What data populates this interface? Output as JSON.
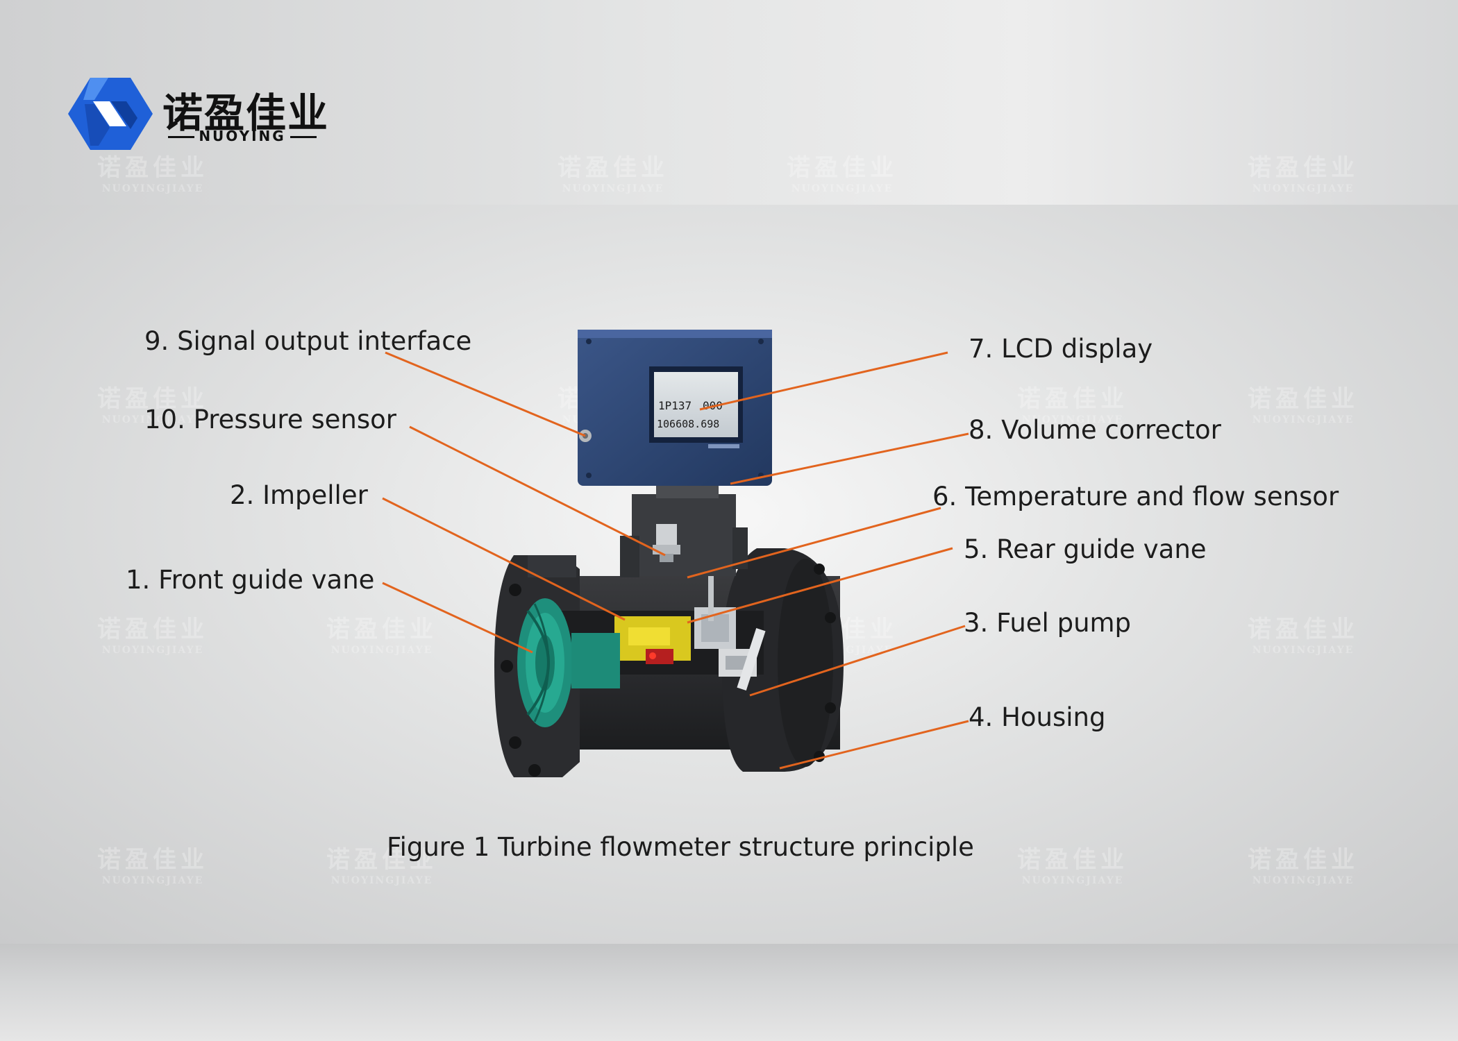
{
  "brand": {
    "name_cn": "诺盈佳业",
    "name_en": "NUOYING",
    "watermark_cn": "诺盈佳业",
    "watermark_en": "NUOYINGJIAYE",
    "logo_color": "#1e5fd6"
  },
  "labels": {
    "signal_output": "9. Signal output interface",
    "pressure_sensor": "10. Pressure sensor",
    "impeller": "2. Impeller",
    "front_guide_vane": "1. Front guide vane",
    "lcd_display": "7. LCD display",
    "volume_corrector": "8. Volume corrector",
    "temp_flow_sensor": "6. Temperature and flow sensor",
    "rear_guide_vane": "5. Rear guide vane",
    "fuel_pump": "3. Fuel pump",
    "housing": "4. Housing"
  },
  "lcd": {
    "line1": "1P137",
    "line1b": "000",
    "line2": "106608.698"
  },
  "caption": "Figure 1 Turbine flowmeter structure principle",
  "colors": {
    "leader": "#e2641e",
    "body": "#2a2b2d",
    "corrector": "#2d4670",
    "impeller": "#1f8f7d"
  }
}
